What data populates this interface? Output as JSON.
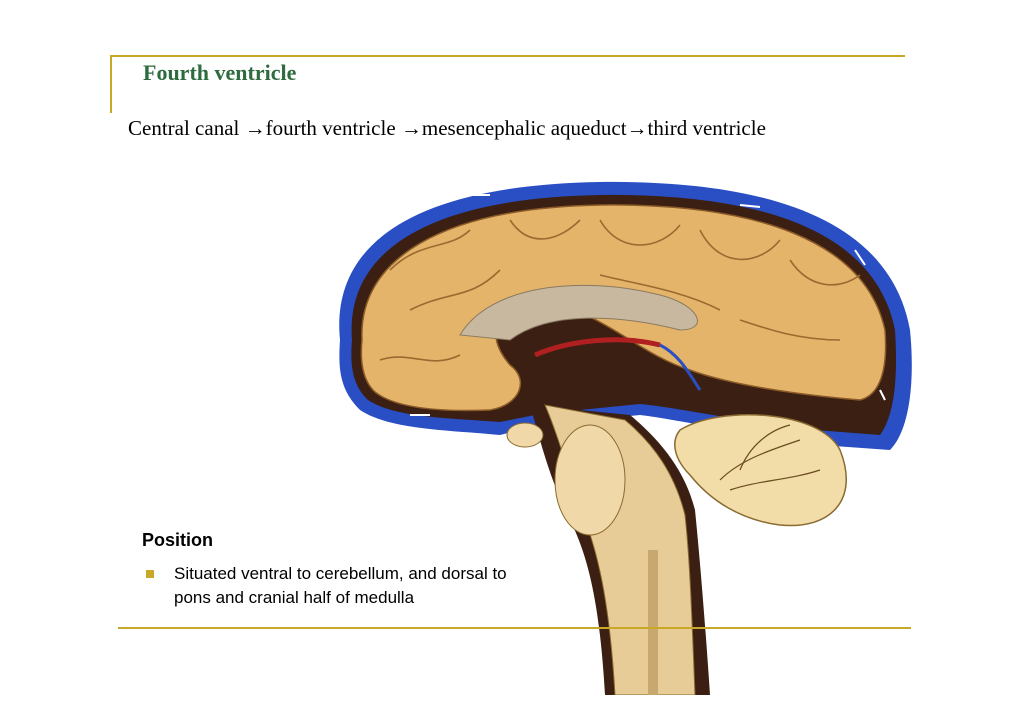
{
  "slide": {
    "title": "Fourth ventricle",
    "subtitle": "Central canal →fourth ventricle →mesencephalic aqueduct→third ventricle"
  },
  "position": {
    "heading": "Position",
    "bullets": [
      "Situated ventral to cerebellum, and dorsal to pons and cranial half of medulla"
    ]
  },
  "colors": {
    "accent_rule": "#c8a828",
    "title": "#2e6b3e",
    "csf_blue": "#2a4fc4",
    "brain_tan": "#e4b46a",
    "dark_brown": "#3a1f12"
  }
}
